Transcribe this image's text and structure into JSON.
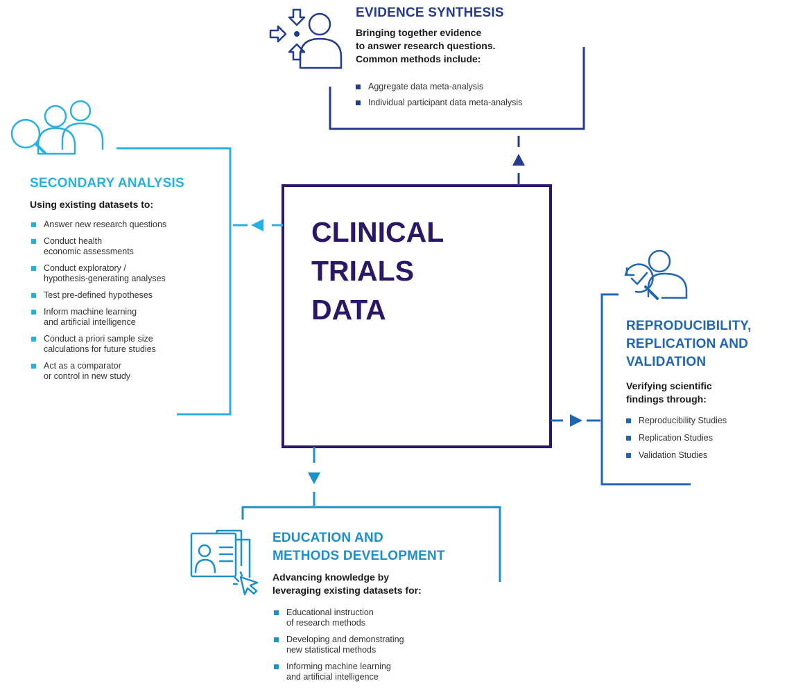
{
  "center": {
    "lines": [
      "CLINICAL",
      "TRIALS",
      "DATA"
    ]
  },
  "colors": {
    "center_box": "#2a1766",
    "evidence": "#243a8c",
    "secondary": "#25b1e1",
    "repro": "#2066b0",
    "education": "#1d8fc9"
  },
  "evidence": {
    "icon": "evidence-people-arrows-icon",
    "title": "EVIDENCE SYNTHESIS",
    "lead": [
      "Bringing together evidence",
      "to answer research questions.",
      "Common methods include:"
    ],
    "items": [
      "Aggregate data meta-analysis",
      "Individual participant data meta-analysis"
    ]
  },
  "secondary": {
    "icon": "magnifier-people-icon",
    "title": "SECONDARY ANALYSIS",
    "lead": [
      "Using existing datasets to:"
    ],
    "items": [
      "Answer new research questions",
      "Conduct health\neconomic assessments",
      "Conduct exploratory /\nhypothesis-generating analyses",
      "Test pre-defined hypotheses",
      "Inform machine learning\nand artificial intelligence",
      "Conduct a priori sample size\ncalculations for future studies",
      "Act as a comparator\nor control in new study"
    ]
  },
  "repro": {
    "icon": "person-check-cycle-icon",
    "title": [
      "REPRODUCIBILITY,",
      "REPLICATION AND",
      "VALIDATION"
    ],
    "lead": [
      "Verifying scientific",
      "findings through:"
    ],
    "items": [
      "Reproducibility Studies",
      "Replication Studies",
      "Validation Studies"
    ]
  },
  "education": {
    "icon": "document-person-cursor-icon",
    "title": [
      "EDUCATION AND",
      "METHODS DEVELOPMENT"
    ],
    "lead": [
      "Advancing knowledge by",
      "leveraging existing datasets for:"
    ],
    "items": [
      "Educational instruction\nof research methods",
      "Developing and demonstrating\nnew statistical methods",
      "Informing machine learning\nand artificial intelligence"
    ]
  }
}
